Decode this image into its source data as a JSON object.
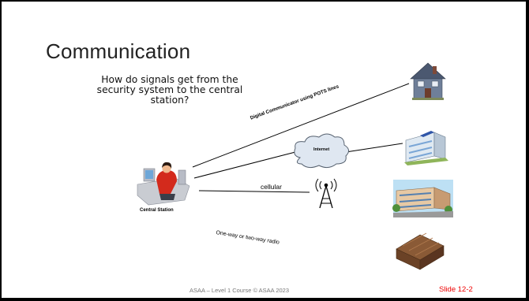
{
  "slide": {
    "title": "Communication",
    "question": "How do signals get from the security system to the central station?",
    "central_station_label": "Central Station",
    "links": {
      "pots": "Digital Communicator using POTS lines",
      "internet": "Internet",
      "cellular": "cellular",
      "radio": "One-way or two-way radio"
    },
    "footer": "ASAA – Level 1 Course © ASAA 2023",
    "slide_number": "Slide 12-2"
  }
}
